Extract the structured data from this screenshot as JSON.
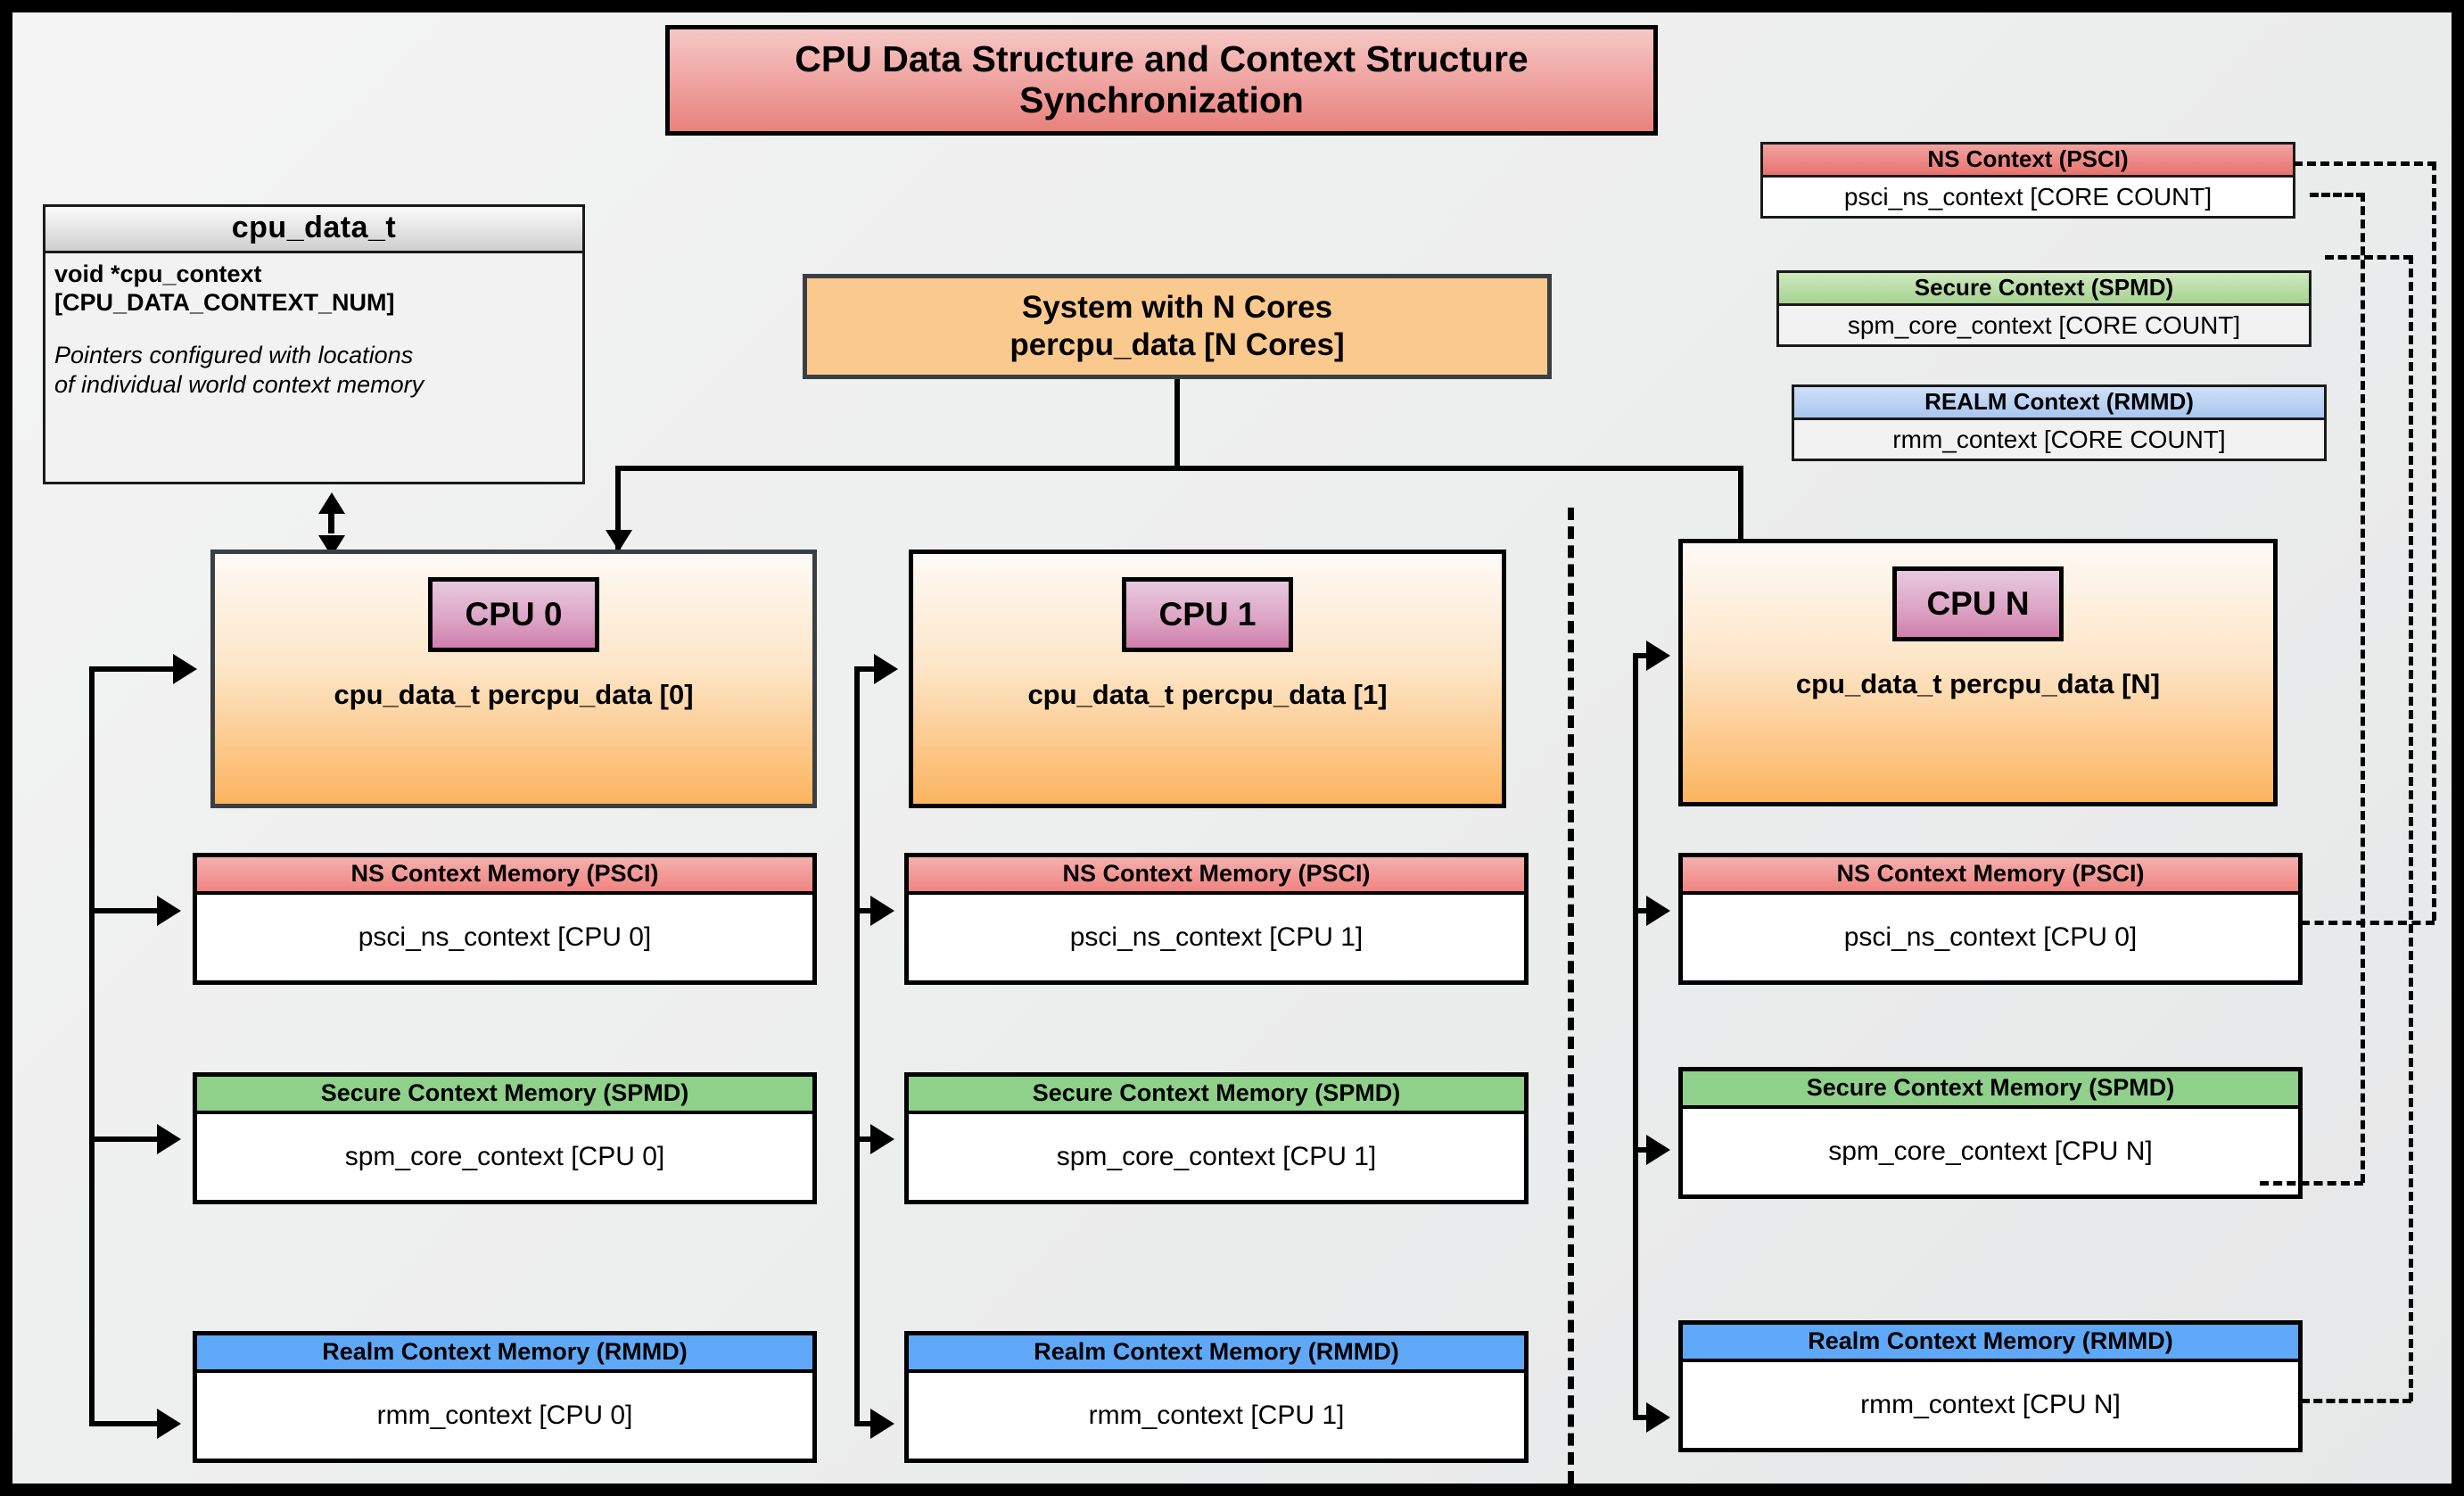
{
  "diagram": {
    "title": "CPU Data Structure and Context Structure Synchronization",
    "colors": {
      "ns_accent": "#ef8481",
      "secure_accent": "#8fd08a",
      "realm_accent": "#5fa8f7",
      "cpu_card": "#fbb45f",
      "cpu_chip": "#cf7fad",
      "title_banner": "#e9817e",
      "canvas": "#ececec",
      "frame": "#000000"
    }
  },
  "cpu_data_t": {
    "header": "cpu_data_t",
    "field": "void  *cpu_context [CPU_DATA_CONTEXT_NUM]",
    "field_line1": "void  *cpu_context",
    "field_line2": "[CPU_DATA_CONTEXT_NUM]",
    "note_line1": "Pointers configured with locations",
    "note_line2": "of individual world context memory"
  },
  "system": {
    "line1": "System with N Cores",
    "line2": "percpu_data [N Cores]"
  },
  "global_contexts": [
    {
      "id": "ns",
      "header": "NS Context  (PSCI)",
      "body": "psci_ns_context [CORE COUNT]"
    },
    {
      "id": "secure",
      "header": "Secure Context (SPMD)",
      "body": "spm_core_context [CORE COUNT]"
    },
    {
      "id": "realm",
      "header": "REALM Context (RMMD)",
      "body": "rmm_context [CORE COUNT]"
    }
  ],
  "cpus": [
    {
      "chip": "CPU 0",
      "label": "cpu_data_t percpu_data [0]",
      "contexts": [
        {
          "id": "ns",
          "header": "NS Context Memory (PSCI)",
          "body": "psci_ns_context [CPU 0]"
        },
        {
          "id": "secure",
          "header": "Secure Context Memory (SPMD)",
          "body": "spm_core_context [CPU 0]"
        },
        {
          "id": "realm",
          "header": "Realm Context Memory (RMMD)",
          "body": "rmm_context [CPU 0]"
        }
      ]
    },
    {
      "chip": "CPU 1",
      "label": "cpu_data_t percpu_data [1]",
      "contexts": [
        {
          "id": "ns",
          "header": "NS Context Memory (PSCI)",
          "body": "psci_ns_context [CPU 1]"
        },
        {
          "id": "secure",
          "header": "Secure Context Memory (SPMD)",
          "body": "spm_core_context [CPU 1]"
        },
        {
          "id": "realm",
          "header": "Realm Context Memory (RMMD)",
          "body": "rmm_context [CPU 1]"
        }
      ]
    },
    {
      "chip": "CPU N",
      "label": "cpu_data_t percpu_data [N]",
      "contexts": [
        {
          "id": "ns",
          "header": "NS Context Memory (PSCI)",
          "body": "psci_ns_context [CPU 0]"
        },
        {
          "id": "secure",
          "header": "Secure Context Memory (SPMD)",
          "body": "spm_core_context [CPU N]"
        },
        {
          "id": "realm",
          "header": "Realm Context Memory (RMMD)",
          "body": "rmm_context [CPU N]"
        }
      ]
    }
  ]
}
